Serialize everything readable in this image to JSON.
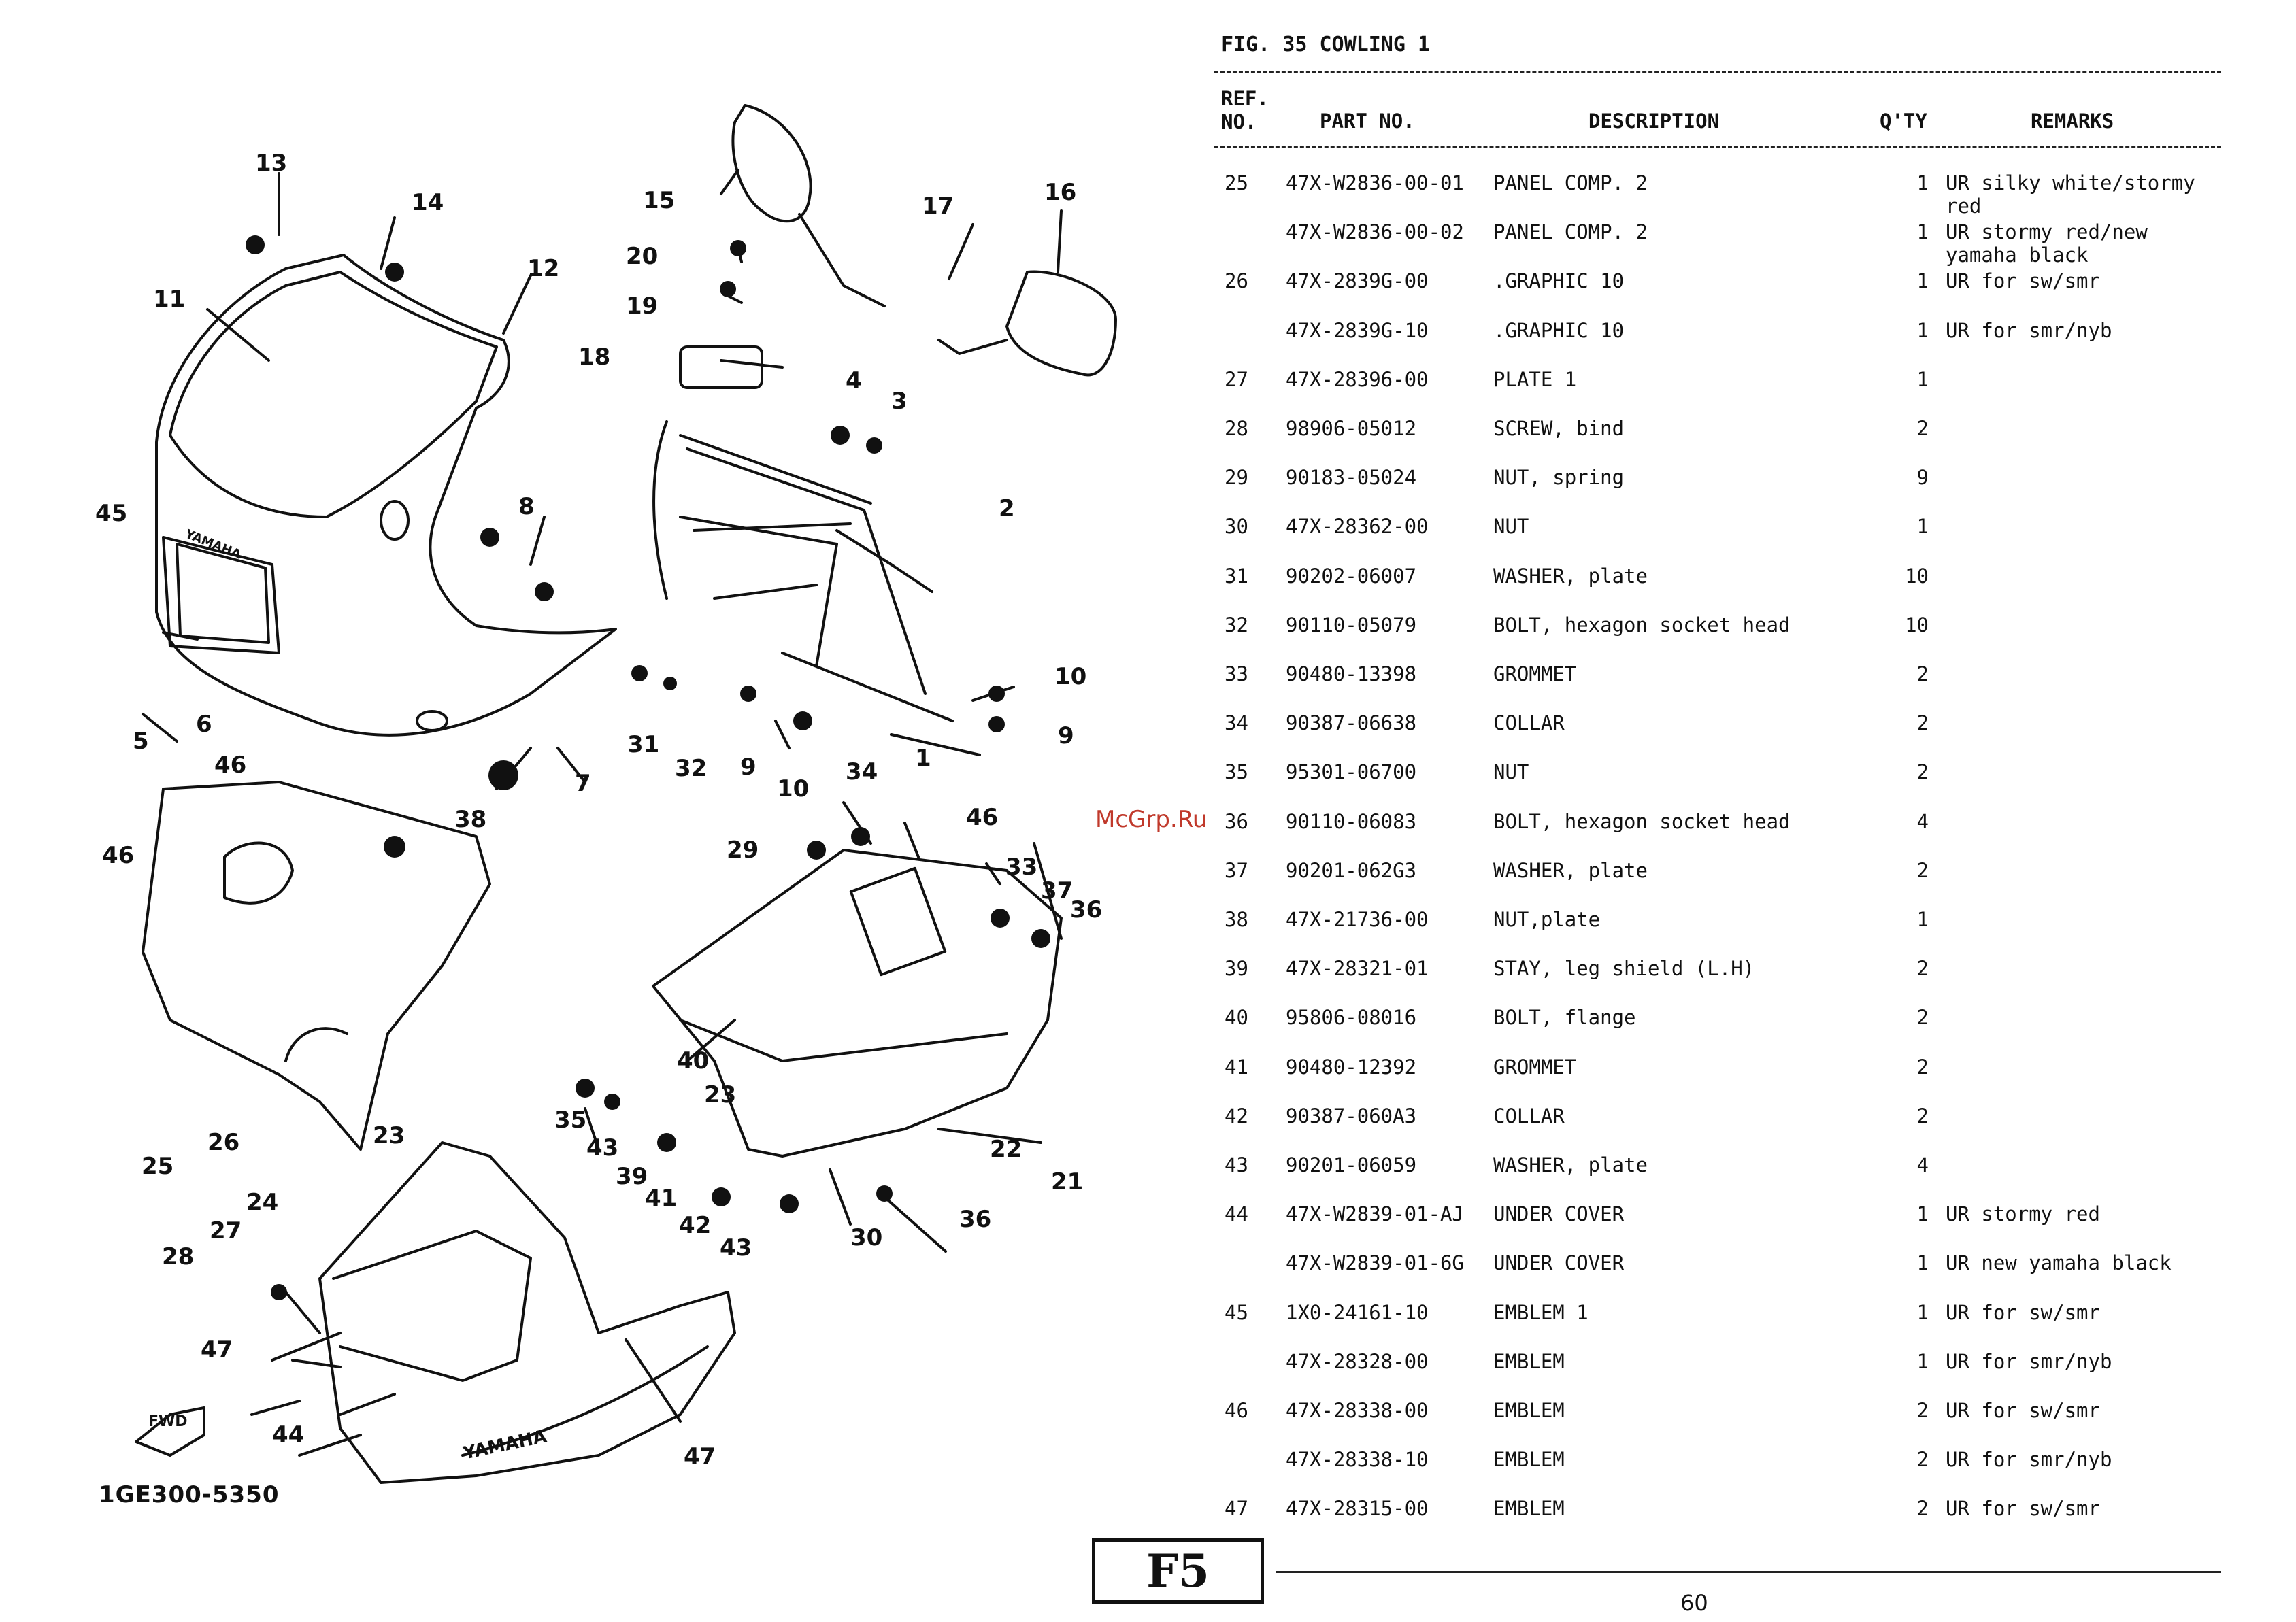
{
  "figure": {
    "title": "FIG. 35  COWLING 1",
    "diagram_code": "1GE300-5350",
    "section": "F5",
    "page": "60",
    "watermark": "McGrp.Ru"
  },
  "headers": {
    "ref": "REF. NO.",
    "part_no": "PART NO.",
    "description": "DESCRIPTION",
    "qty": "Q'TY",
    "remarks": "REMARKS"
  },
  "rows": [
    {
      "ref": "25",
      "part_no": "47X-W2836-00-01",
      "description": "PANEL COMP. 2",
      "qty": "1",
      "remarks": "UR silky white/stormy red"
    },
    {
      "ref": "",
      "part_no": "47X-W2836-00-02",
      "description": "PANEL COMP. 2",
      "qty": "1",
      "remarks": "UR stormy red/new yamaha black"
    },
    {
      "ref": "26",
      "part_no": "47X-2839G-00",
      "description": ".GRAPHIC 10",
      "qty": "1",
      "remarks": "UR for sw/smr"
    },
    {
      "ref": "",
      "part_no": "47X-2839G-10",
      "description": ".GRAPHIC 10",
      "qty": "1",
      "remarks": "UR for smr/nyb"
    },
    {
      "ref": "27",
      "part_no": "47X-28396-00",
      "description": "PLATE 1",
      "qty": "1",
      "remarks": ""
    },
    {
      "ref": "28",
      "part_no": "98906-05012",
      "description": "SCREW, bind",
      "qty": "2",
      "remarks": ""
    },
    {
      "ref": "29",
      "part_no": "90183-05024",
      "description": "NUT, spring",
      "qty": "9",
      "remarks": ""
    },
    {
      "ref": "30",
      "part_no": "47X-28362-00",
      "description": "NUT",
      "qty": "1",
      "remarks": ""
    },
    {
      "ref": "31",
      "part_no": "90202-06007",
      "description": "WASHER, plate",
      "qty": "10",
      "remarks": ""
    },
    {
      "ref": "32",
      "part_no": "90110-05079",
      "description": "BOLT, hexagon socket head",
      "qty": "10",
      "remarks": ""
    },
    {
      "ref": "33",
      "part_no": "90480-13398",
      "description": "GROMMET",
      "qty": "2",
      "remarks": ""
    },
    {
      "ref": "34",
      "part_no": "90387-06638",
      "description": "COLLAR",
      "qty": "2",
      "remarks": ""
    },
    {
      "ref": "35",
      "part_no": "95301-06700",
      "description": "NUT",
      "qty": "2",
      "remarks": ""
    },
    {
      "ref": "36",
      "part_no": "90110-06083",
      "description": "BOLT, hexagon socket head",
      "qty": "4",
      "remarks": ""
    },
    {
      "ref": "37",
      "part_no": "90201-062G3",
      "description": "WASHER, plate",
      "qty": "2",
      "remarks": ""
    },
    {
      "ref": "38",
      "part_no": "47X-21736-00",
      "description": "NUT,plate",
      "qty": "1",
      "remarks": ""
    },
    {
      "ref": "39",
      "part_no": "47X-28321-01",
      "description": "STAY, leg shield (L.H)",
      "qty": "2",
      "remarks": ""
    },
    {
      "ref": "40",
      "part_no": "95806-08016",
      "description": "BOLT, flange",
      "qty": "2",
      "remarks": ""
    },
    {
      "ref": "41",
      "part_no": "90480-12392",
      "description": "GROMMET",
      "qty": "2",
      "remarks": ""
    },
    {
      "ref": "42",
      "part_no": "90387-060A3",
      "description": "COLLAR",
      "qty": "2",
      "remarks": ""
    },
    {
      "ref": "43",
      "part_no": "90201-06059",
      "description": "WASHER, plate",
      "qty": "4",
      "remarks": ""
    },
    {
      "ref": "44",
      "part_no": "47X-W2839-01-AJ",
      "description": "UNDER COVER",
      "qty": "1",
      "remarks": "UR stormy red"
    },
    {
      "ref": "",
      "part_no": "47X-W2839-01-6G",
      "description": "UNDER COVER",
      "qty": "1",
      "remarks": "UR new yamaha black"
    },
    {
      "ref": "45",
      "part_no": "1X0-24161-10",
      "description": "EMBLEM 1",
      "qty": "1",
      "remarks": "UR for sw/smr"
    },
    {
      "ref": "",
      "part_no": "47X-28328-00",
      "description": "EMBLEM",
      "qty": "1",
      "remarks": "UR for smr/nyb"
    },
    {
      "ref": "46",
      "part_no": "47X-28338-00",
      "description": "EMBLEM",
      "qty": "2",
      "remarks": "UR for sw/smr"
    },
    {
      "ref": "",
      "part_no": "47X-28338-10",
      "description": "EMBLEM",
      "qty": "2",
      "remarks": "UR for smr/nyb"
    },
    {
      "ref": "47",
      "part_no": "47X-28315-00",
      "description": "EMBLEM",
      "qty": "2",
      "remarks": "UR for sw/smr"
    }
  ],
  "diagram_labels": {
    "n1": "1",
    "n2": "2",
    "n3": "3",
    "n4": "4",
    "n5": "5",
    "n6": "6",
    "n7": "7",
    "n8": "8",
    "n9a": "9",
    "n9b": "9",
    "n10a": "10",
    "n10b": "10",
    "n11": "11",
    "n12": "12",
    "n13": "13",
    "n14": "14",
    "n15": "15",
    "n16": "16",
    "n17": "17",
    "n18": "18",
    "n19": "19",
    "n20": "20",
    "n21": "21",
    "n22": "22",
    "n23a": "23",
    "n23b": "23",
    "n24": "24",
    "n25": "25",
    "n26": "26",
    "n27": "27",
    "n28": "28",
    "n29": "29",
    "n30": "30",
    "n31": "31",
    "n32": "32",
    "n33": "33",
    "n34": "34",
    "n35": "35",
    "n36a": "36",
    "n36b": "36",
    "n37": "37",
    "n38": "38",
    "n39": "39",
    "n40": "40",
    "n41": "41",
    "n42": "42",
    "n43a": "43",
    "n43b": "43",
    "n44": "44",
    "n45": "45",
    "n46a": "46",
    "n46b": "46",
    "n47a": "47",
    "n47b": "47",
    "fwd": "FWD",
    "yamaha": "YAMAHA"
  }
}
